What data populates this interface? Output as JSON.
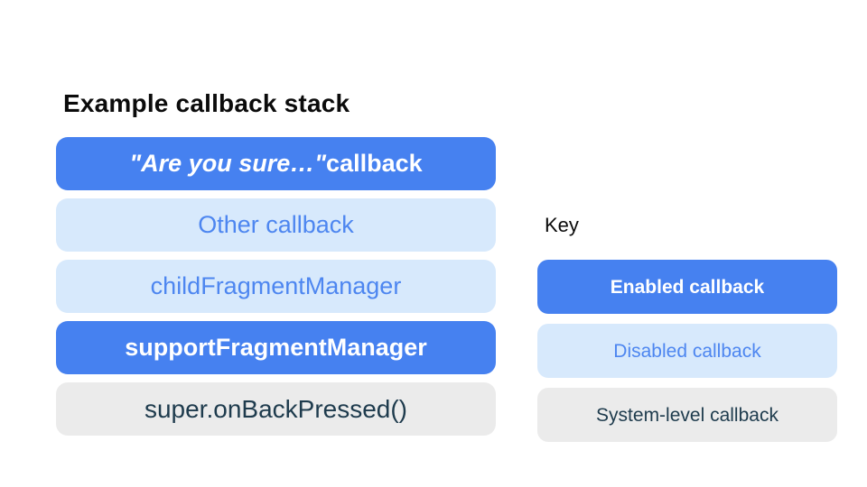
{
  "stack": {
    "title": "Example callback stack",
    "items": [
      {
        "label_italic": "\"Are you sure…\"",
        "label_rest": " callback",
        "type": "enabled"
      },
      {
        "label": "Other callback",
        "type": "disabled"
      },
      {
        "label": "childFragmentManager",
        "type": "disabled"
      },
      {
        "label": "supportFragmentManager",
        "type": "enabled"
      },
      {
        "label": "super.onBackPressed()",
        "type": "system"
      }
    ]
  },
  "key": {
    "title": "Key",
    "items": [
      {
        "label": "Enabled callback",
        "type": "enabled"
      },
      {
        "label": "Disabled callback",
        "type": "disabled"
      },
      {
        "label": "System-level callback",
        "type": "system"
      }
    ]
  },
  "colors": {
    "enabled_bg": "#4681F0",
    "enabled_text": "#FFFFFF",
    "disabled_bg": "#D7E9FC",
    "disabled_text": "#4D86F0",
    "system_bg": "#EBEBEB",
    "system_text": "#1E3B4D"
  }
}
